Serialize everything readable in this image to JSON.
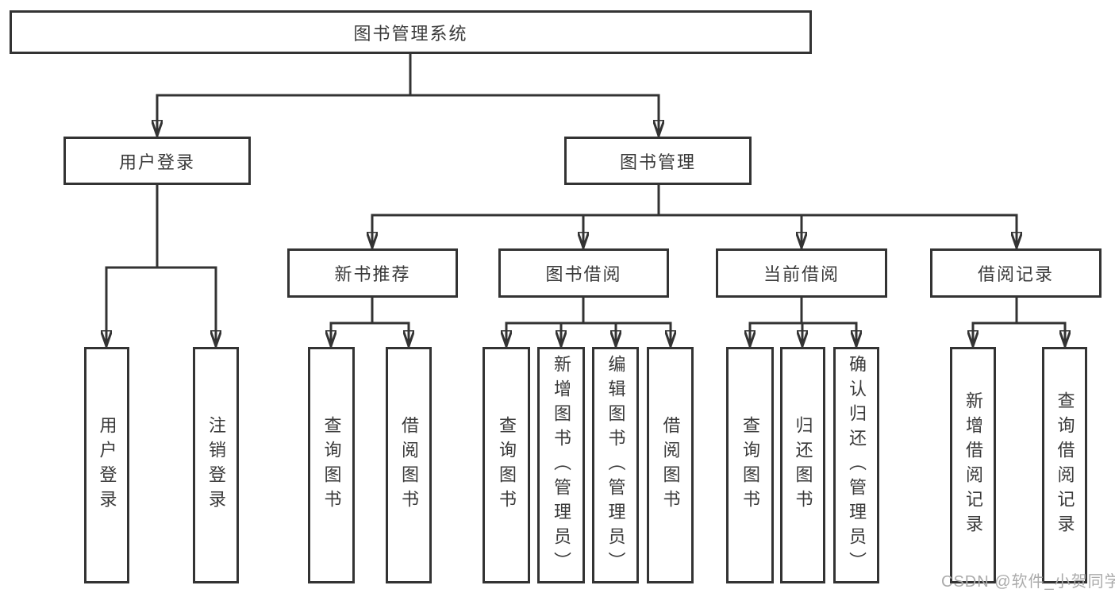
{
  "tree": {
    "label": "图书管理系统",
    "children": [
      {
        "label": "用户登录",
        "children": [
          {
            "label": "用户登录"
          },
          {
            "label": "注销登录"
          }
        ]
      },
      {
        "label": "图书管理",
        "children": [
          {
            "label": "新书推荐",
            "children": [
              {
                "label": "查询图书"
              },
              {
                "label": "借阅图书"
              }
            ]
          },
          {
            "label": "图书借阅",
            "children": [
              {
                "label": "查询图书"
              },
              {
                "label": "新增图书（管理员）"
              },
              {
                "label": "编辑图书（管理员）"
              },
              {
                "label": "借阅图书"
              }
            ]
          },
          {
            "label": "当前借阅",
            "children": [
              {
                "label": "查询图书"
              },
              {
                "label": "归还图书"
              },
              {
                "label": "确认归还（管理员）"
              }
            ]
          },
          {
            "label": "借阅记录",
            "children": [
              {
                "label": "新增借阅记录"
              },
              {
                "label": "查询借阅记录"
              }
            ]
          }
        ]
      }
    ]
  },
  "watermark": {
    "text": "CSDN @软件_小贺同学"
  },
  "colors": {
    "line": "#333333",
    "text": "#3a3a3a",
    "watermark": "#ababab",
    "background": "#ffffff"
  }
}
